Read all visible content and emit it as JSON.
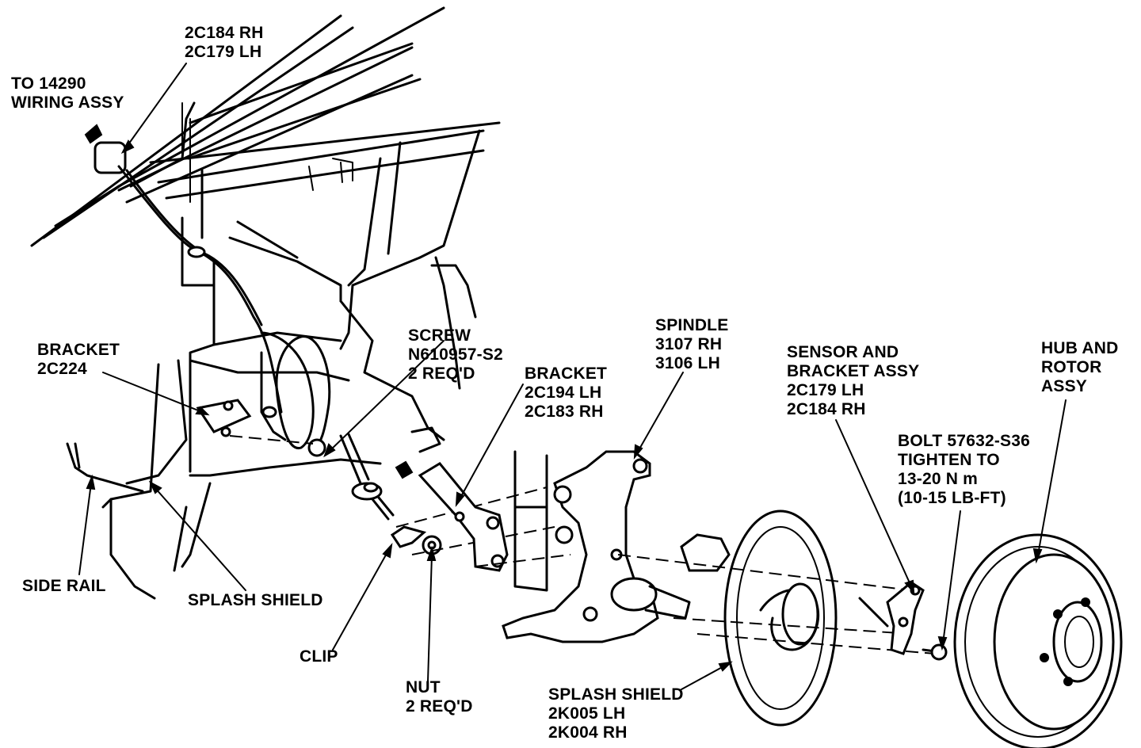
{
  "labels": {
    "sensor_ref": [
      "2C184 RH",
      "2C179 LH"
    ],
    "to_wiring": [
      "TO 14290",
      "WIRING ASSY"
    ],
    "bracket_2c224": [
      "BRACKET",
      "2C224"
    ],
    "screw": [
      "SCREW",
      "N610957-S2",
      "2 REQ'D"
    ],
    "bracket_2c194": [
      "BRACKET",
      "2C194 LH",
      "2C183 RH"
    ],
    "spindle": [
      "SPINDLE",
      "3107 RH",
      "3106 LH"
    ],
    "sensor_bracket": [
      "SENSOR AND",
      "BRACKET ASSY",
      "2C179 LH",
      "2C184 RH"
    ],
    "hub_rotor": [
      "HUB AND",
      "ROTOR",
      "ASSY"
    ],
    "bolt": [
      "BOLT 57632-S36",
      "TIGHTEN TO",
      "13-20 N m",
      "(10-15 LB-FT)"
    ],
    "side_rail": [
      "SIDE RAIL"
    ],
    "splash_shield_upper": [
      "SPLASH SHIELD"
    ],
    "clip": [
      "CLIP"
    ],
    "nut": [
      "NUT",
      " 2 REQ'D"
    ],
    "splash_shield_lower": [
      "SPLASH SHIELD",
      "2K005 LH",
      "2K004 RH"
    ]
  },
  "colors": {
    "ink": "#000000",
    "paper": "#ffffff"
  }
}
